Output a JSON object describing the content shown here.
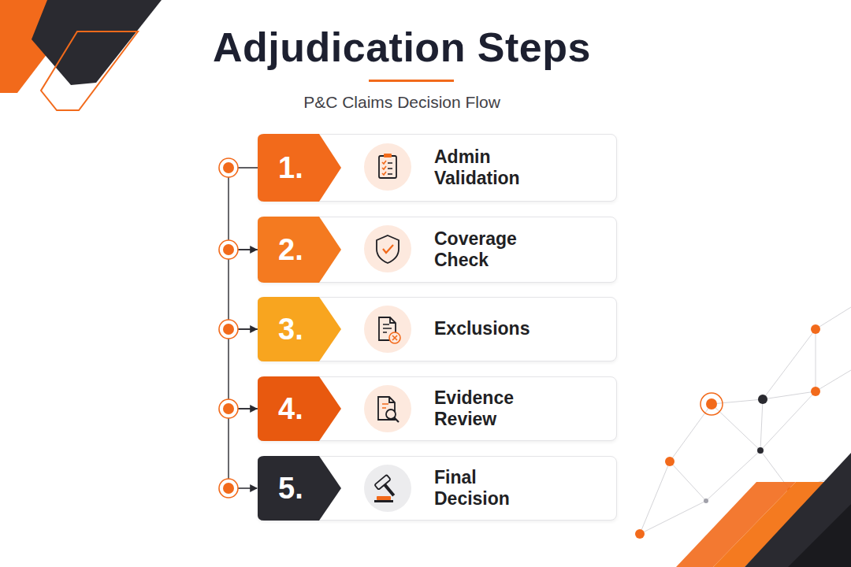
{
  "diagram": {
    "title": "Adjudication Steps",
    "nodes": [
      {
        "text": [
          "1.",
          "Admin Validation"
        ]
      },
      {
        "text": [
          "2.",
          "Coverage Check"
        ]
      },
      {
        "text": [
          "3.",
          "Exclusions"
        ]
      },
      {
        "text": [
          "4.",
          "Evidence Review"
        ]
      },
      {
        "text": [
          "5.",
          "Final Decision"
        ]
      }
    ],
    "edges": [
      {
        "from": 0,
        "to": 1,
        "arrow": "to"
      },
      {
        "from": 1,
        "to": 2,
        "arrow": "to"
      },
      {
        "from": 2,
        "to": 3,
        "arrow": "to"
      },
      {
        "from": 3,
        "to": 4,
        "arrow": "to"
      }
    ],
    "labels": [
      "P&C Claims Decision Flow"
    ]
  }
}
